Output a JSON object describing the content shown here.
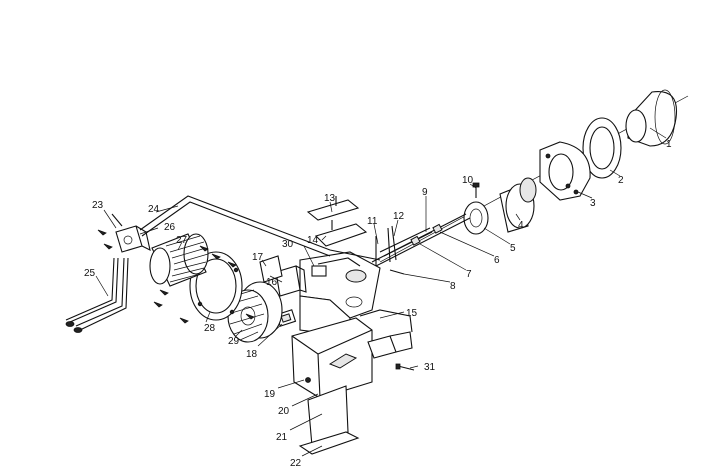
{
  "labels": [
    "1",
    "2",
    "3",
    "4",
    "5",
    "6",
    "7",
    "8",
    "9",
    "10",
    "11",
    "12",
    "13",
    "14",
    "15",
    "16",
    "17",
    "18",
    "19",
    "20",
    "21",
    "22",
    "23",
    "24",
    "25",
    "26",
    "27",
    "28",
    "29",
    "30",
    "31"
  ]
}
